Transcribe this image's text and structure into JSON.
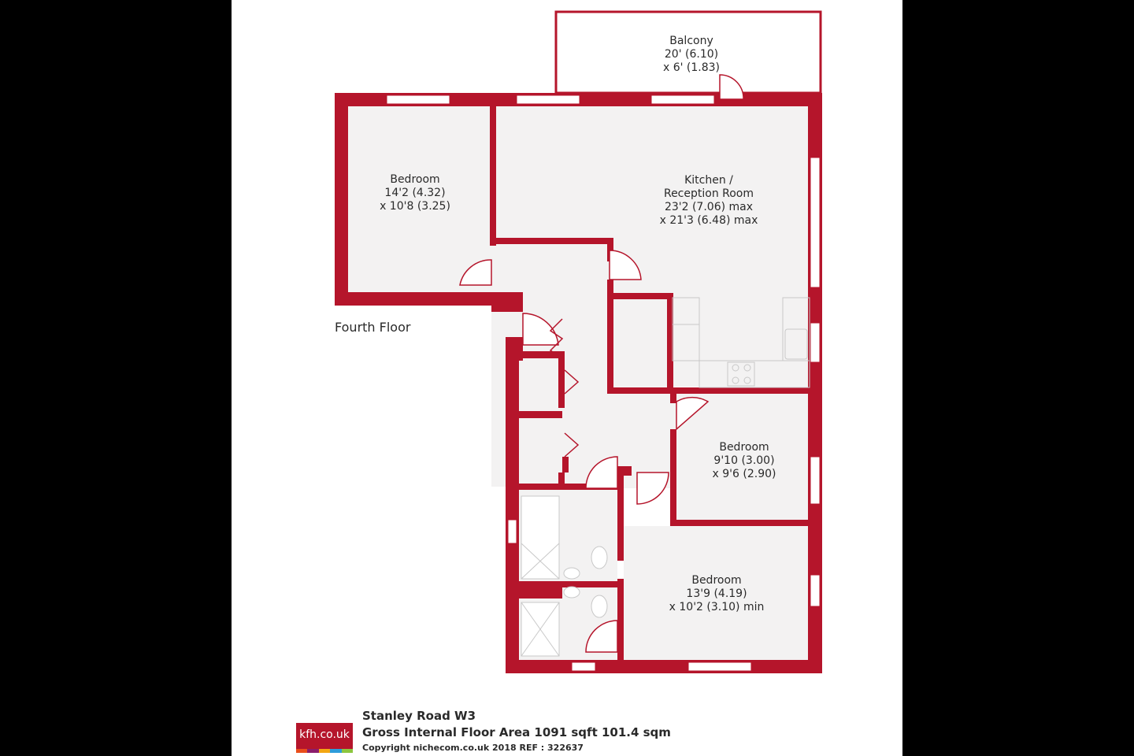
{
  "colors": {
    "wall": "#b5152b",
    "floor": "#f3f2f2",
    "background": "#ffffff",
    "fixture_line": "#bdbdbd"
  },
  "floor_name": "Fourth Floor",
  "rooms": {
    "balcony": [
      "Balcony",
      "20' (6.10)",
      "x 6' (1.83)"
    ],
    "kitchen_reception": [
      "Kitchen /",
      "Reception Room",
      "23'2 (7.06) max",
      "x 21'3 (6.48) max"
    ],
    "bedroom_1": [
      "Bedroom",
      "14'2 (4.32)",
      "x 10'8 (3.25)"
    ],
    "bedroom_2": [
      "Bedroom",
      "9'10 (3.00)",
      "x 9'6 (2.90)"
    ],
    "bedroom_3": [
      "Bedroom",
      "13'9 (4.19)",
      "x 10'2 (3.10) min"
    ]
  },
  "footer": {
    "address": "Stanley Road  W3",
    "floor_area": "Gross Internal Floor Area 1091 sqft 101.4 sqm",
    "copyright": "Copyright nichecom.co.uk 2018 REF : 322637",
    "logo_text": "kfh.co.uk",
    "logo_stripe_colors": [
      "#e94e1b",
      "#8b1d6b",
      "#f3a712",
      "#2d9cdb",
      "#8cc63f"
    ]
  }
}
